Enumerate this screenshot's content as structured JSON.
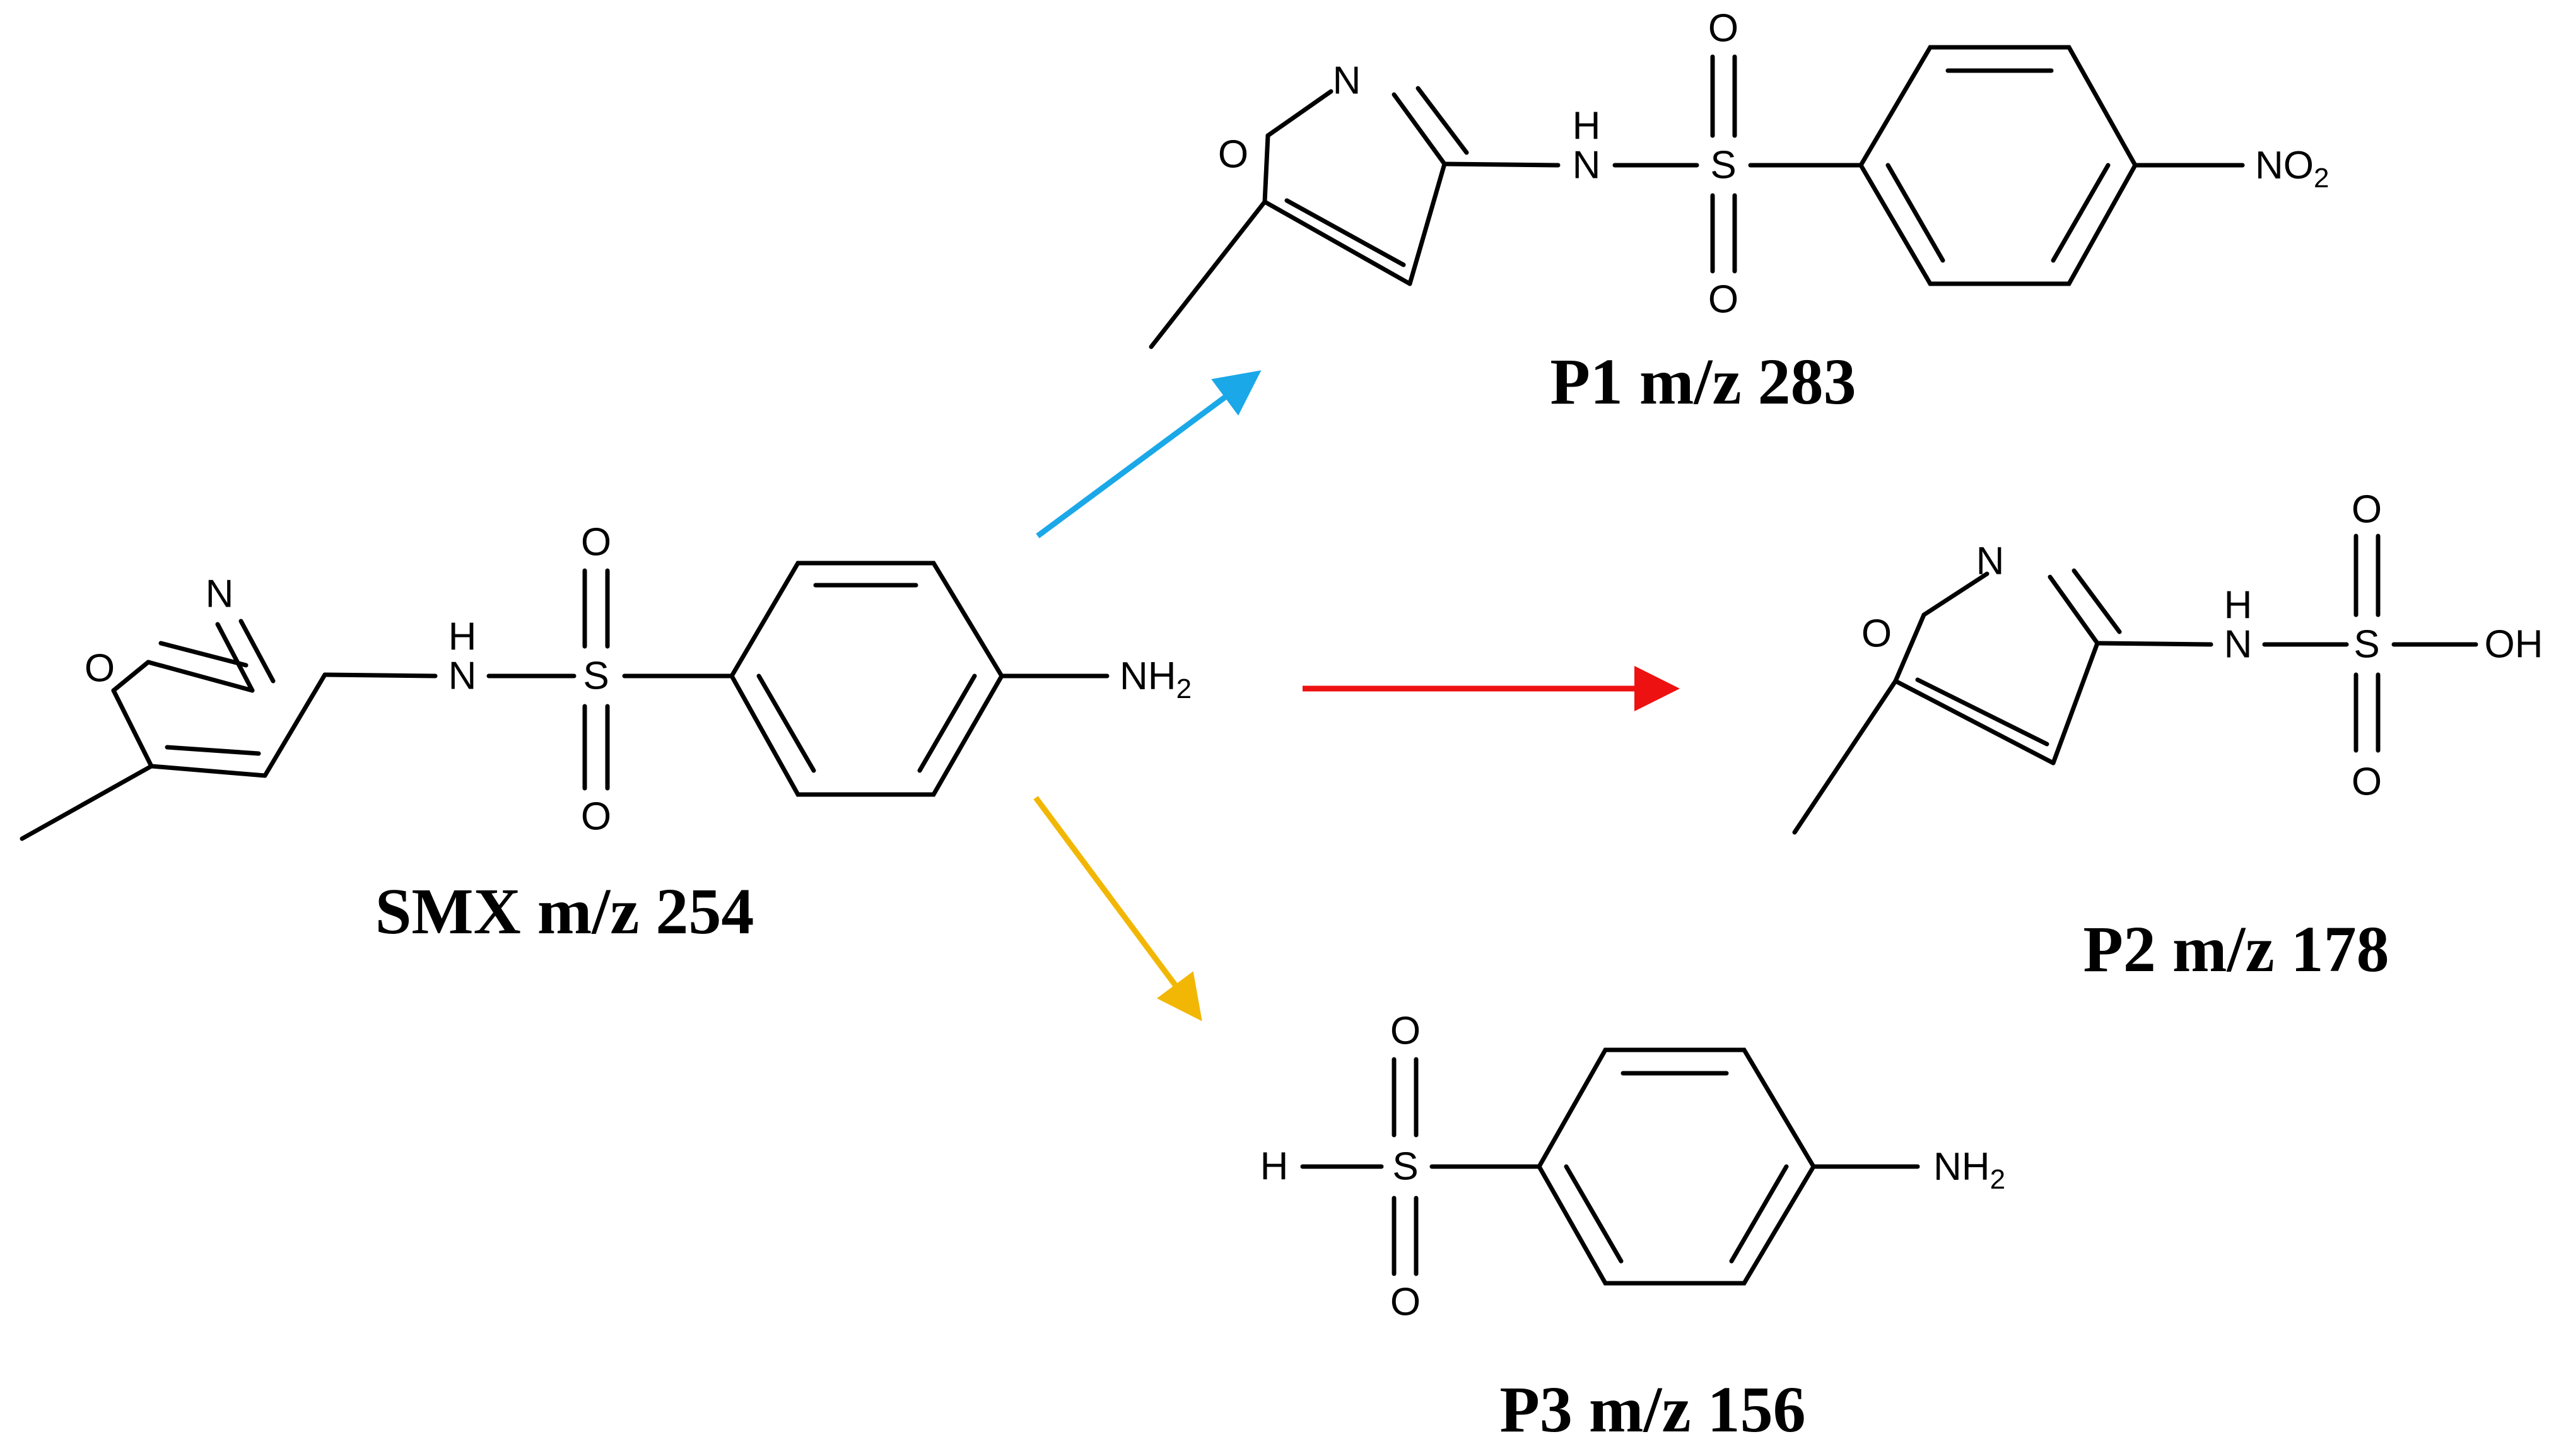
{
  "compounds": {
    "smx": {
      "caption": "SMX m/z 254"
    },
    "p1": {
      "caption": "P1 m/z 283"
    },
    "p2": {
      "caption": "P2 m/z 178"
    },
    "p3": {
      "caption": "P3 m/z 156"
    }
  },
  "atoms": {
    "o": "O",
    "n": "N",
    "s": "S",
    "h": "H",
    "oh": "OH",
    "nh2_main": "NH",
    "nh2_sub": "2",
    "no2_main": "NO",
    "no2_sub": "2"
  },
  "arrows": {
    "to_p1": {
      "color": "#1aa8e8"
    },
    "to_p2": {
      "color": "#ee1111"
    },
    "to_p3": {
      "color": "#f2b705"
    }
  }
}
